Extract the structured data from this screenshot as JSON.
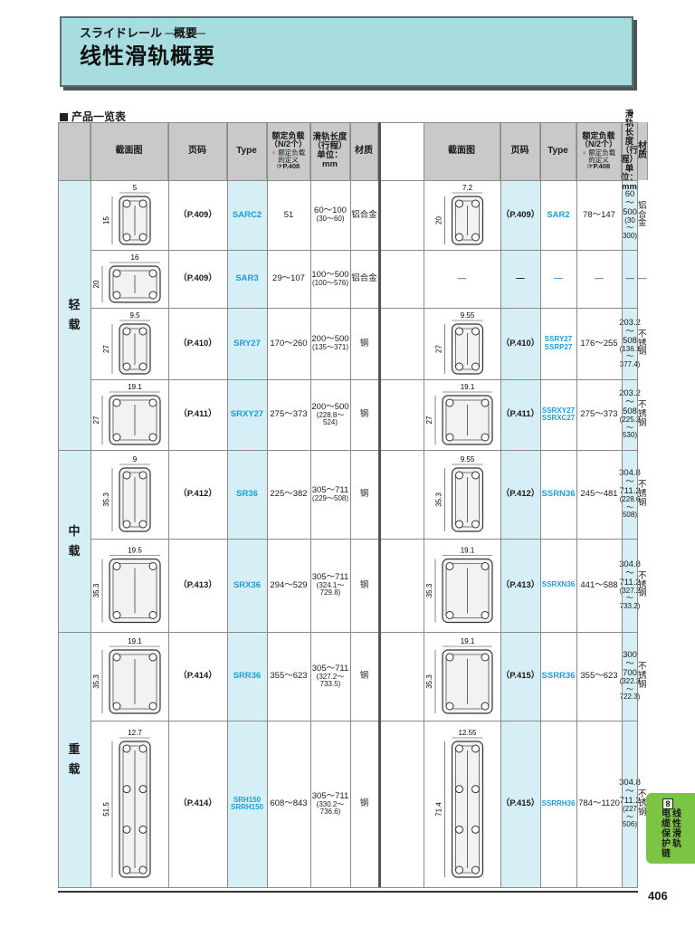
{
  "header": {
    "subtitle": "スライドレール  ─概要─",
    "title": "线性滑轨概要"
  },
  "section_label": "产品一览表",
  "columns": {
    "drawing": "截面图",
    "page": "页码",
    "type": "Type",
    "load": "额定负载（N/2个）",
    "load_note_a": "额定负载",
    "load_note_b": "的定义",
    "load_ref": "☞P.408",
    "length_a": "滑轨长度",
    "length_b": "（行程）",
    "length_c": "单位：mm",
    "material": "材质"
  },
  "load_groups": [
    {
      "label": "轻载",
      "chars": [
        "轻",
        "载"
      ]
    },
    {
      "label": "中载",
      "chars": [
        "中",
        "载"
      ]
    },
    {
      "label": "重载",
      "chars": [
        "重",
        "载"
      ]
    }
  ],
  "rows": [
    {
      "left": {
        "dims": [
          "5",
          "15"
        ],
        "page": "（P.409）",
        "type": [
          "SARC2"
        ],
        "load": "51",
        "len": "60～100",
        "stroke": "(30～60)",
        "material": "铝合金"
      },
      "right": {
        "dims": [
          "7.2",
          "20"
        ],
        "page": "（P.409）",
        "type": [
          "SAR2"
        ],
        "load": "78～147",
        "len": "60～500",
        "stroke": "(30～300)",
        "material": "铝合金"
      }
    },
    {
      "left": {
        "dims": [
          "16",
          "20"
        ],
        "page": "（P.409）",
        "type": [
          "SAR3"
        ],
        "load": "29～107",
        "len": "100～500",
        "stroke": "(100～576)",
        "material": "铝合金"
      },
      "right": {
        "dims": [
          "",
          ""
        ],
        "drawing_dash": "—",
        "page": "—",
        "type": [
          "—"
        ],
        "load": "—",
        "len": "—",
        "stroke": "",
        "material": "—"
      }
    },
    {
      "left": {
        "dims": [
          "9.5",
          "27"
        ],
        "page": "（P.410）",
        "type": [
          "SRY27"
        ],
        "load": "170～260",
        "len": "200～500",
        "stroke": "(135～371)",
        "material": "钢"
      },
      "right": {
        "dims": [
          "9.55",
          "27"
        ],
        "page": "（P.410）",
        "type": [
          "SSRY27",
          "SSRP27"
        ],
        "load": "176～255",
        "len": "203.2～508",
        "stroke": "(136.1～377.4)",
        "material": "不锈钢"
      }
    },
    {
      "left": {
        "dims": [
          "19.1",
          "27"
        ],
        "page": "（P.411）",
        "type": [
          "SRXY27"
        ],
        "load": "275～373",
        "len": "200～500",
        "stroke": "(228.8～524)",
        "material": "钢"
      },
      "right": {
        "dims": [
          "19.1",
          "27"
        ],
        "page": "（P.411）",
        "type": [
          "SSRXY27",
          "SSRXC27"
        ],
        "load": "275～373",
        "len": "203.2～508",
        "stroke": "(225.2～530)",
        "material": "不锈钢"
      }
    },
    {
      "left": {
        "dims": [
          "9",
          "35.3"
        ],
        "page": "（P.412）",
        "type": [
          "SR36"
        ],
        "load": "225～382",
        "len": "305～711",
        "stroke": "(229～508)",
        "material": "钢"
      },
      "right": {
        "dims": [
          "9.55",
          "35.3"
        ],
        "page": "（P.412）",
        "type": [
          "SSRN36"
        ],
        "load": "245～481",
        "len": "304.8～711.2",
        "stroke": "(228.6～508)",
        "material": "不锈钢"
      }
    },
    {
      "left": {
        "dims": [
          "19.5",
          "35.3"
        ],
        "page": "（P.413）",
        "type": [
          "SRX36"
        ],
        "load": "294～529",
        "len": "305～711",
        "stroke": "(324.1～729.8)",
        "material": "钢"
      },
      "right": {
        "dims": [
          "19.1",
          "35.3"
        ],
        "page": "（P.413）",
        "type": [
          "SSRXN36"
        ],
        "load": "441～588",
        "len": "304.8～711.2",
        "stroke": "(327.2～733.2)",
        "material": "不锈钢"
      }
    },
    {
      "left": {
        "dims": [
          "19.1",
          "35.3"
        ],
        "page": "（P.414）",
        "type": [
          "SRR36"
        ],
        "load": "355～623",
        "len": "305～711",
        "stroke": "(327.2～733.5)",
        "material": "钢"
      },
      "right": {
        "dims": [
          "19.1",
          "35.3"
        ],
        "page": "（P.415）",
        "type": [
          "SSRR36"
        ],
        "load": "355～623",
        "len": "300～700",
        "stroke": "(322.3～722.3)",
        "material": "不锈钢"
      }
    },
    {
      "left": {
        "dims": [
          "12.7",
          "51.5"
        ],
        "page": "（P.414）",
        "type": [
          "SRH150",
          "SRRH150"
        ],
        "load": "608～843",
        "len": "305～711",
        "stroke": "(330.2～736.6)",
        "material": "钢"
      },
      "right": {
        "dims": [
          "12.55",
          "71.4"
        ],
        "page": "（P.415）",
        "type": [
          "SSRRH36"
        ],
        "load": "784～1120",
        "len": "304.8～711.2",
        "stroke": "(227～506)",
        "material": "不锈钢"
      }
    }
  ],
  "side_tab": {
    "num": "8",
    "line1": "电缆保护链",
    "line2": "线性滑轨",
    "line1_chars": [
      "电",
      "缆",
      "保",
      "护",
      "链"
    ],
    "line2_chars": [
      "线",
      "性",
      "滑",
      "轨"
    ]
  },
  "page_number": "406",
  "colors": {
    "title_bg": "#a8dde0",
    "cyan_col": "#d6eef6",
    "header_bg": "#c9c9c9",
    "type_blue": "#1a9fd8",
    "tab_green": "#7cc444"
  }
}
